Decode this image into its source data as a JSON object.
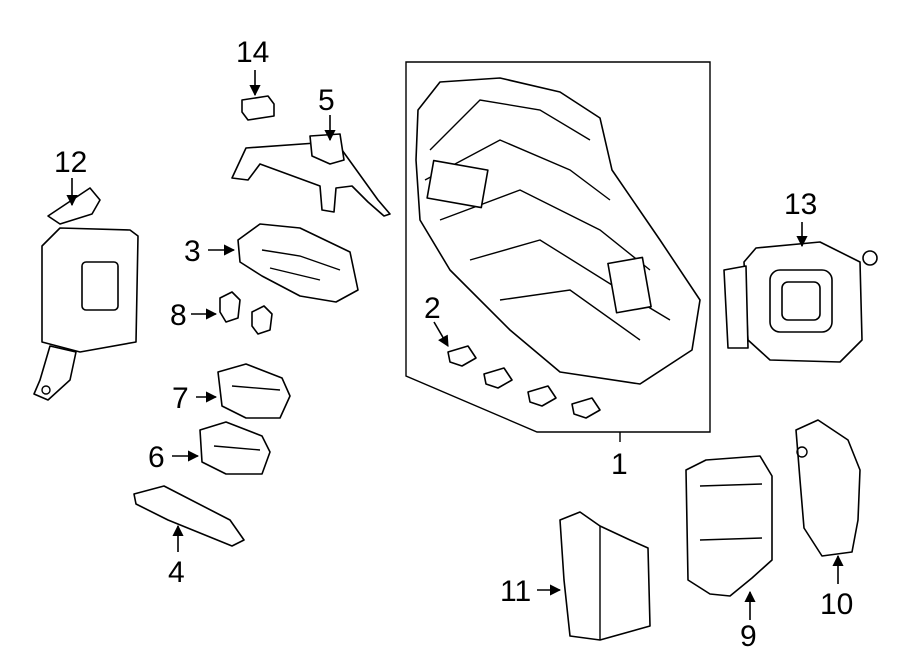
{
  "callouts": {
    "c1": "1",
    "c2": "2",
    "c3": "3",
    "c4": "4",
    "c5": "5",
    "c6": "6",
    "c7": "7",
    "c8": "8",
    "c9": "9",
    "c10": "10",
    "c11": "11",
    "c12": "12",
    "c13": "13",
    "c14": "14"
  },
  "parts": [
    {
      "id": "1",
      "icon": "fuse-relay-box-assembly"
    },
    {
      "id": "2",
      "icon": "fuse-clip"
    },
    {
      "id": "3",
      "icon": "junction-block"
    },
    {
      "id": "4",
      "icon": "cover"
    },
    {
      "id": "5",
      "icon": "mounting-bracket"
    },
    {
      "id": "6",
      "icon": "relay"
    },
    {
      "id": "7",
      "icon": "relay"
    },
    {
      "id": "8",
      "icon": "fuse"
    },
    {
      "id": "9",
      "icon": "fuse-block"
    },
    {
      "id": "10",
      "icon": "bracket"
    },
    {
      "id": "11",
      "icon": "module"
    },
    {
      "id": "12",
      "icon": "control-module"
    },
    {
      "id": "13",
      "icon": "control-module"
    },
    {
      "id": "14",
      "icon": "relay"
    }
  ]
}
